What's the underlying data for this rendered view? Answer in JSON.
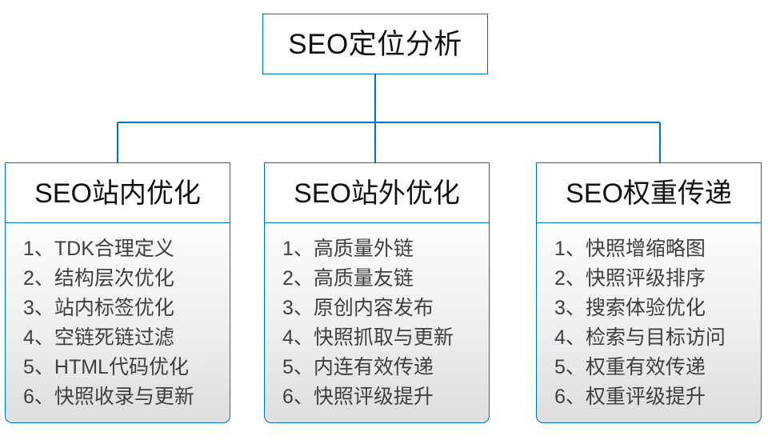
{
  "diagram": {
    "type": "org-tree",
    "colors": {
      "line": "#0070c0",
      "node_fill": "#ffffff",
      "body_fill_top": "#fdfdfd",
      "body_fill_bottom": "#dedede",
      "title_text": "#111111",
      "list_text": "#3f3f3f"
    },
    "root": {
      "label": "SEO定位分析"
    },
    "branches": [
      {
        "header": "SEO站内优化",
        "items": [
          "1、TDK合理定义",
          "2、结构层次优化",
          "3、站内标签优化",
          "4、空链死链过滤",
          "5、HTML代码优化",
          "6、快照收录与更新"
        ]
      },
      {
        "header": "SEO站外优化",
        "items": [
          "1、高质量外链",
          "2、高质量友链",
          "3、原创内容发布",
          "4、快照抓取与更新",
          "5、内连有效传递",
          "6、快照评级提升"
        ]
      },
      {
        "header": "SEO权重传递",
        "items": [
          "1、快照增缩略图",
          "2、快照评级排序",
          "3、搜索体验优化",
          "4、检索与目标访问",
          "5、权重有效传递",
          "6、权重评级提升"
        ]
      }
    ]
  }
}
